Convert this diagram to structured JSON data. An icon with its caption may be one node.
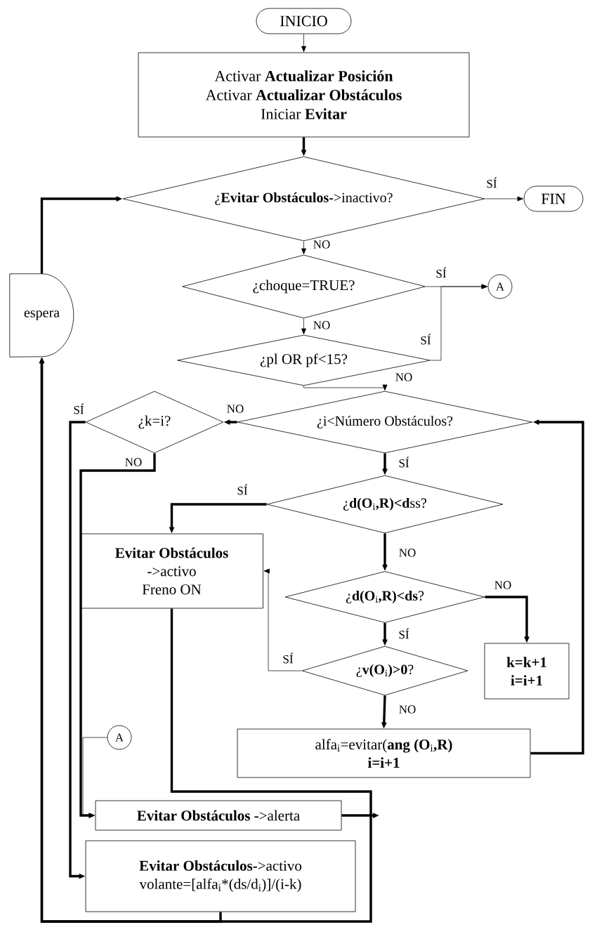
{
  "diagram": {
    "nodes": [
      {
        "text": [
          "INICIO"
        ]
      },
      {
        "text": [
          "Activar **Actualizar Posición**",
          "Activar **Actualizar Obstáculos**",
          "Iniciar **Evitar**"
        ]
      },
      {
        "text": [
          "¿**Evitar Obstáculos-**>inactivo?"
        ]
      },
      {
        "text": [
          "FIN"
        ]
      },
      {
        "text": [
          "¿choque=TRUE?"
        ]
      },
      {
        "text": [
          "A"
        ]
      },
      {
        "text": [
          "¿pl OR pf<15?"
        ]
      },
      {
        "text": [
          "¿i<Número Obstáculos?"
        ]
      },
      {
        "text": [
          "¿k=i?"
        ]
      },
      {
        "text": [
          "¿**d(O**$_{i}$**,R)<d**ss?"
        ]
      },
      {
        "text": [
          "Evitar Obstáculos",
          "->activo",
          "Freno ON"
        ]
      },
      {
        "text": [
          "¿**d(O**$_{i}$**,R)<ds**?"
        ]
      },
      {
        "text": [
          "k=k+1",
          "i=i+1"
        ]
      },
      {
        "text": [
          "¿**v(O**$_{i}$**)>0**?"
        ]
      },
      {
        "text": [
          "alfa$_{i}$=evitar(**ang (O**$_{i}$**,R)**",
          "i=i+1"
        ]
      },
      {
        "text": [
          "A"
        ]
      },
      {
        "text": [
          "**Evitar Obstáculos -**>alerta"
        ]
      },
      {
        "text": [
          "**Evitar Obstáculos-**>activo",
          "volante=[alfa$_{i}$*(ds/d$_{i}$)]/(i-k)"
        ]
      },
      {
        "text": [
          "espera"
        ]
      }
    ],
    "edges": [
      {
        "from": 0,
        "to": 1,
        "arrow": "to"
      },
      {
        "from": 1,
        "to": 2,
        "arrow": "to"
      },
      {
        "from": 2,
        "to": 3,
        "arrow": "to",
        "label": "SÍ"
      },
      {
        "from": 2,
        "to": 4,
        "arrow": "to",
        "label": "NO"
      },
      {
        "from": 4,
        "to": 5,
        "arrow": "to",
        "label": "SÍ"
      },
      {
        "from": 4,
        "to": 6,
        "arrow": "to",
        "label": "NO"
      },
      {
        "from": 6,
        "to": 5,
        "arrow": "to",
        "label": "SÍ"
      },
      {
        "from": 6,
        "to": 7,
        "arrow": "to",
        "label": "NO"
      },
      {
        "from": 7,
        "to": 8,
        "arrow": "to",
        "label": "NO"
      },
      {
        "from": 7,
        "to": 9,
        "arrow": "to",
        "label": "SÍ"
      },
      {
        "from": 8,
        "to": 17,
        "arrow": "to",
        "label": "SÍ"
      },
      {
        "from": 8,
        "to": 16,
        "arrow": "to",
        "label": "NO"
      },
      {
        "from": 9,
        "to": 10,
        "arrow": "to",
        "label": "SÍ"
      },
      {
        "from": 9,
        "to": 11,
        "arrow": "to",
        "label": "NO"
      },
      {
        "from": 11,
        "to": 12,
        "arrow": "to",
        "label": "NO"
      },
      {
        "from": 11,
        "to": 13,
        "arrow": "to",
        "label": "SÍ"
      },
      {
        "from": 13,
        "to": 10,
        "arrow": "to",
        "label": "SÍ"
      },
      {
        "from": 13,
        "to": 14,
        "arrow": "to",
        "label": "NO"
      },
      {
        "from": 14,
        "to": 7,
        "arrow": "to"
      },
      {
        "from": 15,
        "to": 16,
        "arrow": "to"
      },
      {
        "from": 16,
        "to": null,
        "arrow": "to"
      },
      {
        "from": 10,
        "to": 18,
        "arrow": "to"
      },
      {
        "from": 17,
        "to": 18,
        "arrow": "to"
      },
      {
        "from": 18,
        "to": 2,
        "arrow": "to"
      }
    ]
  }
}
